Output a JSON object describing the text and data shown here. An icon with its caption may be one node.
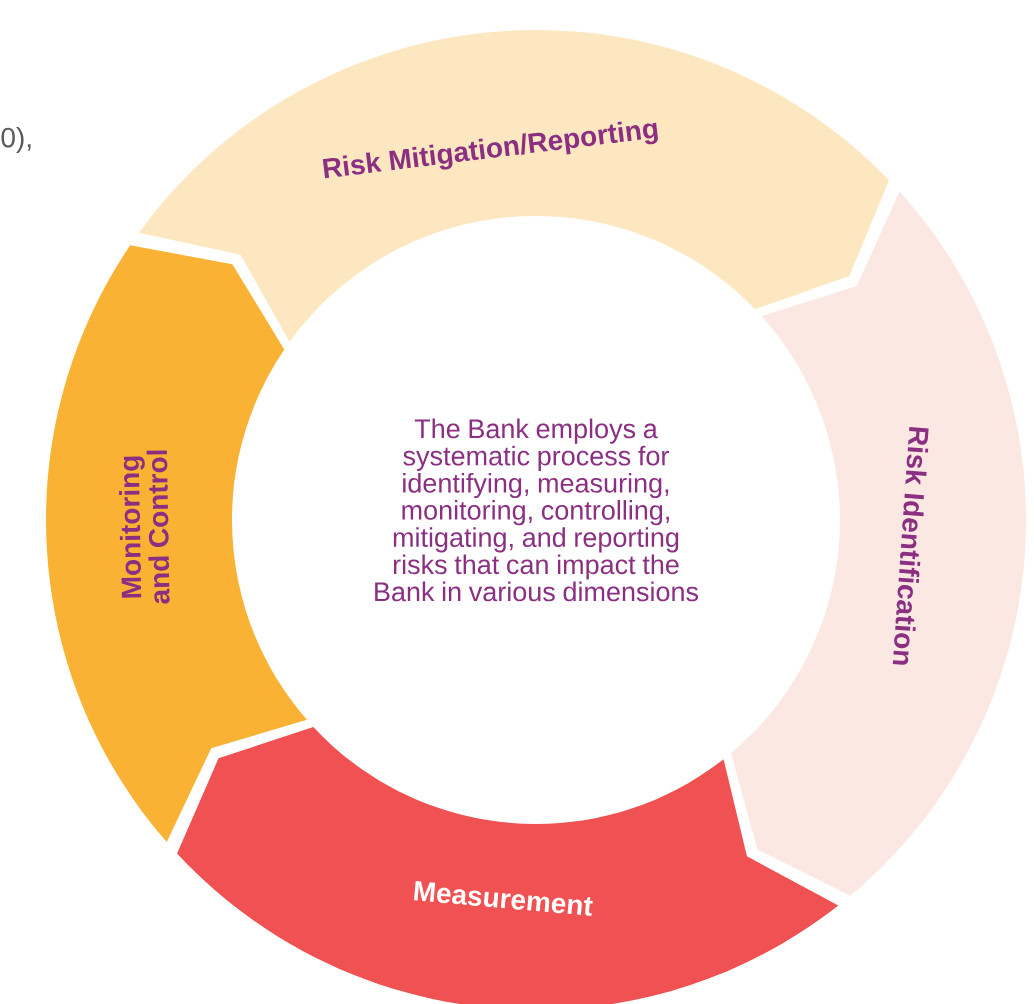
{
  "diagram": {
    "nodes": [
      {
        "text": [
          "Risk Mitigation/Reporting"
        ]
      },
      {
        "text": [
          "Risk Identification"
        ]
      },
      {
        "text": [
          "Measurement"
        ]
      },
      {
        "text": [
          "Monitoring and Control"
        ]
      },
      {
        "text": [
          "The Bank employs a systematic process for identifying, measuring, monitoring, controlling, mitigating, and reporting risks that can impact the Bank in various dimensions"
        ]
      }
    ],
    "labels": [
      "0),"
    ]
  }
}
